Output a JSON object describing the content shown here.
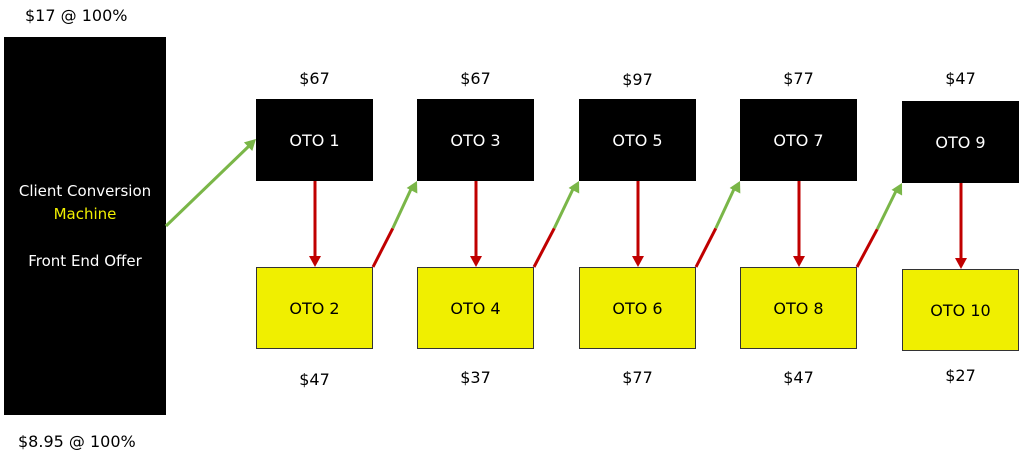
{
  "front_end": {
    "top_price": "$17 @ 100%",
    "bottom_price": "$8.95 @ 100%",
    "line1": "Client Conversion",
    "line2": "Machine",
    "line3": "Front End Offer"
  },
  "offers": [
    {
      "top": {
        "label": "OTO 1",
        "price": "$67"
      },
      "bottom": {
        "label": "OTO 2",
        "price": "$47"
      }
    },
    {
      "top": {
        "label": "OTO 3",
        "price": "$67"
      },
      "bottom": {
        "label": "OTO 4",
        "price": "$37"
      }
    },
    {
      "top": {
        "label": "OTO 5",
        "price": "$97"
      },
      "bottom": {
        "label": "OTO 6",
        "price": "$77"
      }
    },
    {
      "top": {
        "label": "OTO 7",
        "price": "$77"
      },
      "bottom": {
        "label": "OTO 8",
        "price": "$47"
      }
    },
    {
      "top": {
        "label": "OTO 9",
        "price": "$47"
      },
      "bottom": {
        "label": "OTO 10",
        "price": "$27"
      }
    }
  ],
  "colors": {
    "top_box": "#000000",
    "bottom_box": "#f0ef00",
    "accept_arrow": "#7ab648",
    "decline_arrow": "#c00000"
  }
}
